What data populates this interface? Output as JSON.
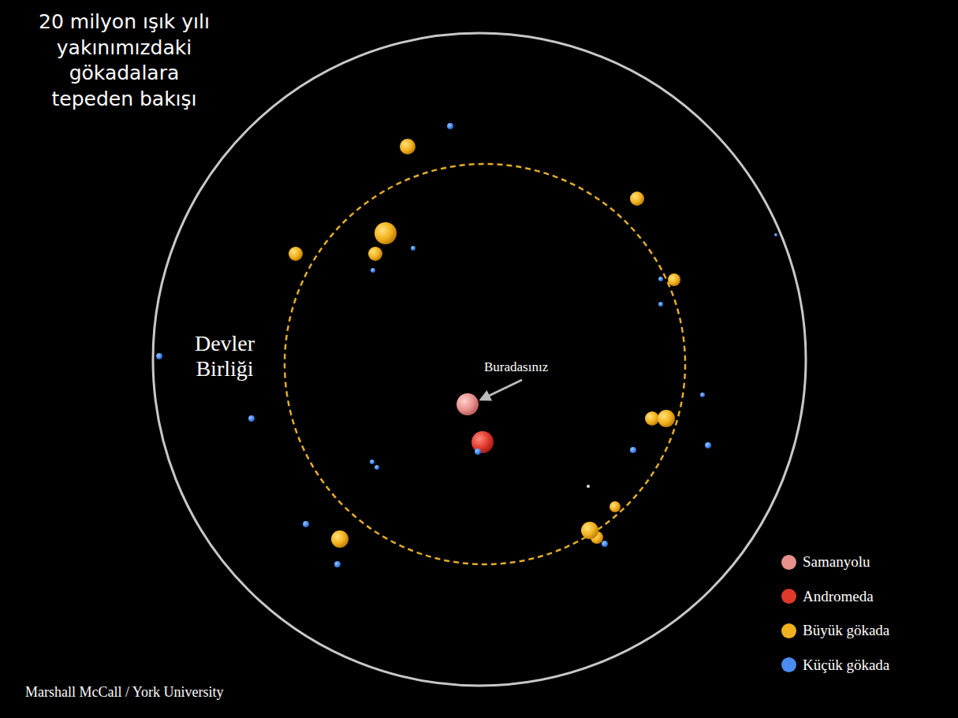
{
  "diagram": {
    "title": "20 milyon ışık yılı yakınımızdaki gökadalara tepeden bakışı",
    "labels": [
      "Devler Birliği",
      "Buradasınız",
      "Marshall McCall / York University"
    ],
    "legend": [
      {
        "text": "Samanyolu",
        "color": "#e8908c"
      },
      {
        "text": "Andromeda",
        "color": "#e0392c"
      },
      {
        "text": "Büyük gökada",
        "color": "#f0b21e"
      },
      {
        "text": "Küçük gökada",
        "color": "#4a8cf2"
      }
    ]
  }
}
